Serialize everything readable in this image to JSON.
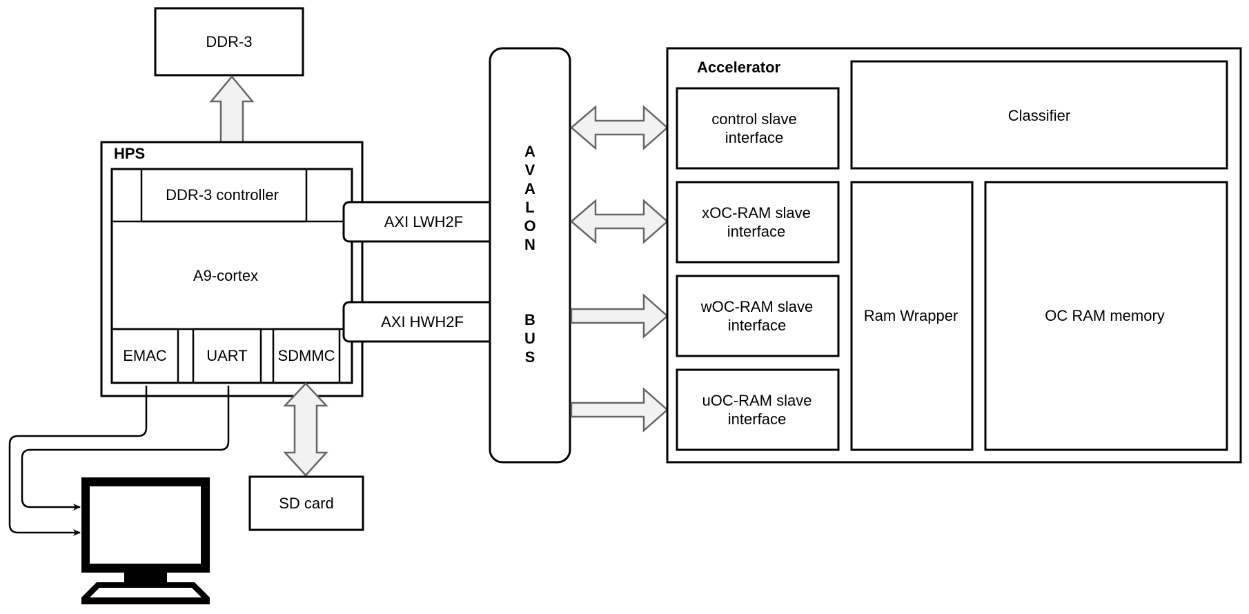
{
  "diagram": {
    "ddr3": "DDR-3",
    "hps": "HPS",
    "ddr3_controller": "DDR-3 controller",
    "a9_cortex": "A9-cortex",
    "emac": "EMAC",
    "uart": "UART",
    "sdmmc": "SDMMC",
    "sd_card": "SD card",
    "axi_lwh2f": "AXI LWH2F",
    "axi_hwh2f": "AXI HWH2F",
    "avalon_letters": [
      "A",
      "V",
      "A",
      "L",
      "O",
      "N"
    ],
    "bus_letters": [
      "B",
      "U",
      "S"
    ],
    "accelerator": "Accelerator",
    "control_slave": [
      "control slave",
      "interface"
    ],
    "xoc_slave": [
      "xOC-RAM slave",
      "interface"
    ],
    "woc_slave": [
      "wOC-RAM slave",
      "interface"
    ],
    "uoc_slave": [
      "uOC-RAM slave",
      "interface"
    ],
    "classifier": "Classifier",
    "ram_wrapper": "Ram Wrapper",
    "oc_ram_memory": "OC RAM memory"
  }
}
